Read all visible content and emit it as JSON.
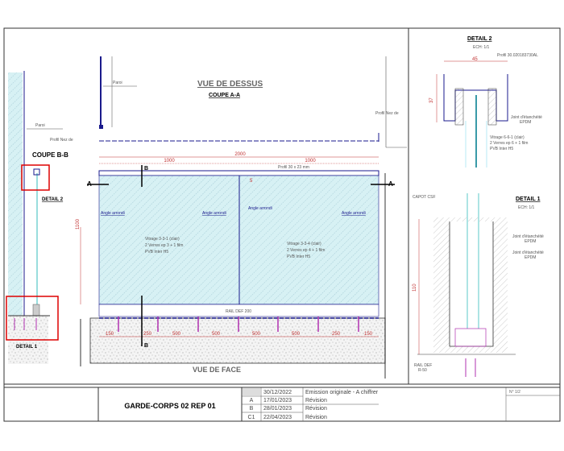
{
  "views": {
    "top_view_title": "VUE DE DESSUS",
    "top_view_subtitle": "COUPE A-A",
    "front_view_title": "VUE DE FACE",
    "section_bb_title": "COUPE B-B",
    "detail1_ref": "DETAIL 1",
    "detail2_ref": "DETAIL 2",
    "section_mark_a": "A",
    "section_mark_b": "B"
  },
  "top_view": {
    "wall_label": "Paroi",
    "nosing_label_left": "Profil Nez de",
    "nosing_label_right": "Profil Nez de"
  },
  "front_view": {
    "overall_dim": "2000",
    "left_dim": "1000",
    "right_dim": "1000",
    "height_dim": "1100",
    "gap_dim": "5",
    "handrail_label": "Profil 30 x 23 mm",
    "rail_label": "RAIL DEF 200",
    "corner_labels": [
      "Angle arrondi",
      "Angle arrondi",
      "Angle arrondi",
      "Angle arrondi"
    ],
    "glass_left": [
      "Vitrage 3-3-1 (clair)",
      "2 Verres ep 3 + 1 film",
      "PVB Inter H5"
    ],
    "glass_right": [
      "Vitrage 3-3-4 (clair)",
      "2 Verres ep 4 + 1 film",
      "PVB Inter H5"
    ],
    "anchor_spacing": [
      "150",
      "250",
      "500",
      "500",
      "500",
      "500",
      "250",
      "150"
    ]
  },
  "detail2": {
    "title": "DETAIL 2",
    "scale": "ECH: 1/1",
    "profile_label": "Profil 30.020183730AL",
    "width_dim": "45",
    "height_dim": "37",
    "gasket_label": [
      "Joint d'étanchéité",
      "EPDM"
    ],
    "glass_label": [
      "Vitrage 6-6-1 (clair)",
      "2 Verres ep 6 + 1 film",
      "PVB Inter H5"
    ]
  },
  "detail1": {
    "title": "DETAIL 1",
    "scale": "ECH: 1/1",
    "cap_label": "CAPOT CSF",
    "gasket_top": [
      "Joint d'étanchéité",
      "EPDM"
    ],
    "gasket_bottom": [
      "Joint d'étanchéité",
      "EPDM"
    ],
    "height_dim": "110",
    "rail_label": [
      "RAIL DEF",
      "R-50"
    ]
  },
  "title_block": {
    "title": "GARDE-CORPS 02 REP 01",
    "sheet": "N°  1/2",
    "revisions": [
      {
        "index": "",
        "date": "30/12/2022",
        "description": "Emission originale - A chiffrer"
      },
      {
        "index": "A",
        "date": "17/01/2023",
        "description": "Révision"
      },
      {
        "index": "B",
        "date": "28/01/2023",
        "description": "Révision"
      },
      {
        "index": "C1",
        "date": "22/04/2023",
        "description": "Révision"
      }
    ]
  },
  "colors": {
    "frame": "#333333",
    "glass": "#cdeef2",
    "outline": "#1a1a8c",
    "dimension": "#c03030",
    "anchor": "#b030b0",
    "highlight": "#d00000"
  }
}
